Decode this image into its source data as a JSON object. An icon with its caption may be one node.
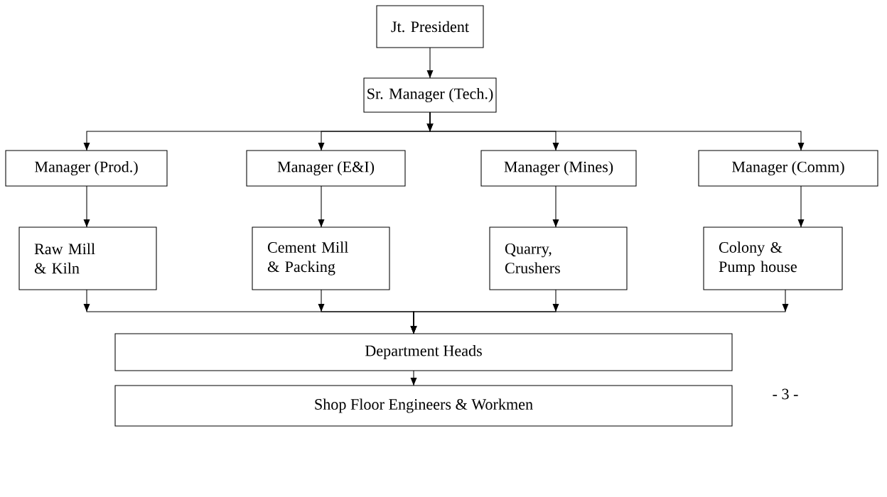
{
  "diagram": {
    "nodes": [
      {
        "text": [
          "Jt. President"
        ]
      },
      {
        "text": [
          "Sr. Manager (Tech.)"
        ]
      },
      {
        "text": [
          "Manager (Prod.)"
        ]
      },
      {
        "text": [
          "Manager (E&I)"
        ]
      },
      {
        "text": [
          "Manager (Mines)"
        ]
      },
      {
        "text": [
          "Manager (Comm)"
        ]
      },
      {
        "text": [
          "Raw Mill & Kiln"
        ]
      },
      {
        "text": [
          "Cement Mill & Packing"
        ]
      },
      {
        "text": [
          "Quarry, Crushers"
        ]
      },
      {
        "text": [
          "Colony & Pump house"
        ]
      },
      {
        "text": [
          "Department Heads"
        ]
      },
      {
        "text": [
          "Shop Floor Engineers & Workmen"
        ]
      }
    ],
    "edges": [
      {
        "from": 0,
        "to": 1,
        "arrow": "to"
      },
      {
        "from": 1,
        "to": 2,
        "arrow": "to"
      },
      {
        "from": 1,
        "to": 3,
        "arrow": "to"
      },
      {
        "from": 1,
        "to": 4,
        "arrow": "to"
      },
      {
        "from": 1,
        "to": 5,
        "arrow": "to"
      },
      {
        "from": 2,
        "to": 6,
        "arrow": "to"
      },
      {
        "from": 3,
        "to": 7,
        "arrow": "to"
      },
      {
        "from": 4,
        "to": 8,
        "arrow": "to"
      },
      {
        "from": 5,
        "to": 9,
        "arrow": "to"
      },
      {
        "from": 6,
        "to": 10,
        "arrow": "to"
      },
      {
        "from": 7,
        "to": 10,
        "arrow": "to"
      },
      {
        "from": 8,
        "to": 10,
        "arrow": "to"
      },
      {
        "from": 9,
        "to": 10,
        "arrow": "to"
      },
      {
        "from": 10,
        "to": 11,
        "arrow": "to"
      }
    ],
    "labels": [
      "- 3 -"
    ]
  }
}
